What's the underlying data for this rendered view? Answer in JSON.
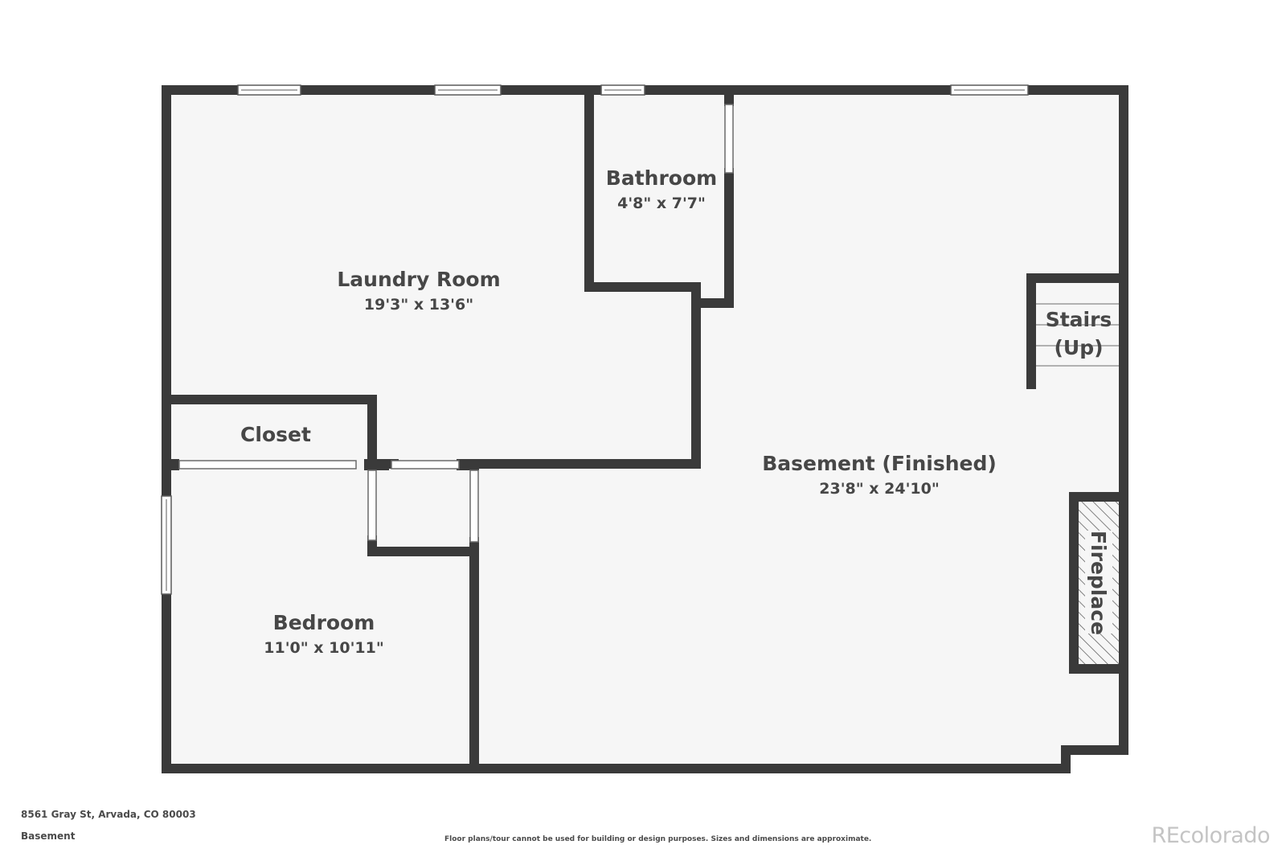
{
  "rooms": {
    "laundry": {
      "name": "Laundry Room",
      "dimensions": "19'3\" x 13'6\""
    },
    "bathroom": {
      "name": "Bathroom",
      "dimensions": "4'8\" x 7'7\""
    },
    "closet": {
      "name": "Closet"
    },
    "bedroom": {
      "name": "Bedroom",
      "dimensions": "11'0\" x 10'11\""
    },
    "basement": {
      "name": "Basement (Finished)",
      "dimensions": "23'8\" x 24'10\""
    },
    "stairs": {
      "line1": "Stairs",
      "line2": "(Up)"
    },
    "fireplace": {
      "name": "Fireplace"
    }
  },
  "footer": {
    "address": "8561 Gray St, Arvada, CO 80003",
    "floor": "Basement",
    "disclaimer": "Floor plans/tour cannot be used for building or design purposes. Sizes and dimensions are approximate.",
    "brand": "REcolorado"
  },
  "colors": {
    "wall": "#3a3a3a",
    "floor": "#f6f6f6",
    "opening": "#ffffff",
    "brand": "#c4c4c4"
  }
}
